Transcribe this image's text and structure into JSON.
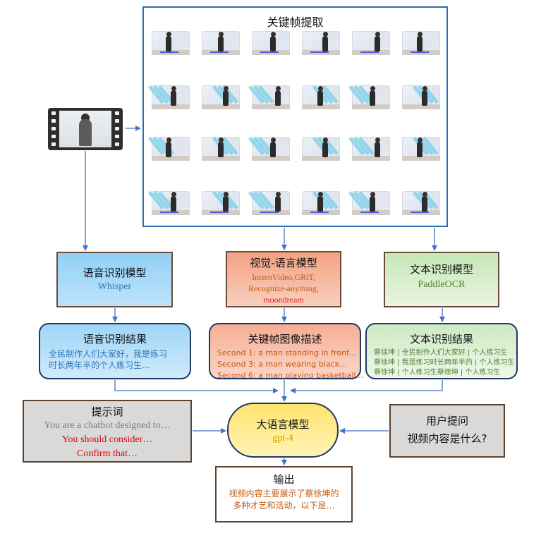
{
  "keyframes": {
    "title": "关键帧提取",
    "rows": 4,
    "cols": 6
  },
  "asr_model": {
    "label": "语音识别模型",
    "name": "Whisper"
  },
  "vlm_model": {
    "label": "视觉-语言模型",
    "models_line1": "InternVideo,GRiT,",
    "models_line2": "Recognize-anything,",
    "models_line3": "moondream"
  },
  "ocr_model": {
    "label": "文本识别模型",
    "name": "PaddleOCR"
  },
  "asr_result": {
    "label": "语音识别结果",
    "line1": "全民制作人们大家好，我是练习",
    "line2": "时长两年半的个人练习生…"
  },
  "keyframe_desc": {
    "label": "关键帧图像描述",
    "line1": "Second 1: a man standing in front…",
    "line2": "Second 3: a man wearing black…",
    "line3": "Second 6: a man playing basketball…"
  },
  "ocr_result": {
    "label": "文本识别结果",
    "line1": "蔡徐坤 | 全民制作人们大家好 | 个人练习生",
    "line2": "蔡徐坤 | 我是练习时长两年半的 | 个人练习生",
    "line3": "蔡徐坤 | 个人练习生蔡徐坤 | 个人练习生"
  },
  "prompt": {
    "label": "提示词",
    "line1": "You are a chatbot designed to…",
    "line2": "You should consider…",
    "line3": "Confirm that…"
  },
  "llm": {
    "label": "大语言模型",
    "name": "gpt-4"
  },
  "user_question": {
    "label": "用户提问",
    "text": "视频内容是什么?"
  },
  "output": {
    "label": "输出",
    "line1": "视频内容主要展示了蔡徐坤的",
    "line2": "多种才艺和活动，以下是…"
  },
  "colors": {
    "arrow": "#4472c4",
    "asr_text": "#2e75b6",
    "vlm_text": "#c55a11",
    "vlm_highlight": "#e31b1b",
    "ocr_text": "#538135",
    "prompt_grey": "#7f7f7f",
    "prompt_red": "#e00000",
    "llm_text": "#c9a200",
    "output_text": "#c55a11"
  }
}
